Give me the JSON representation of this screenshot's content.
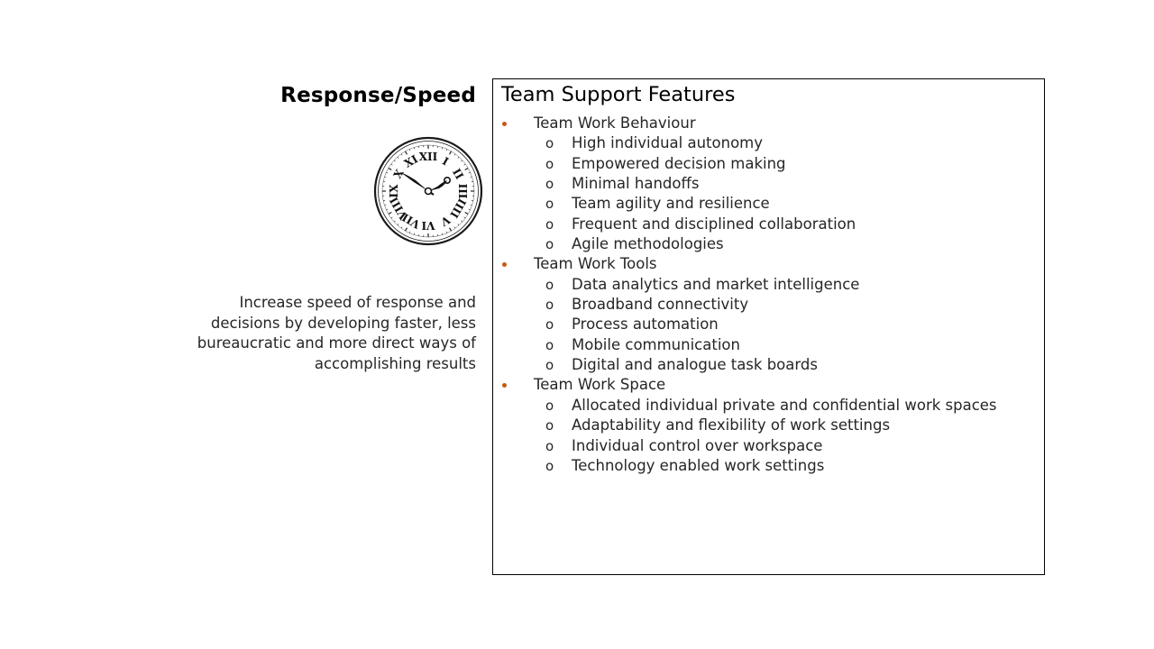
{
  "left": {
    "title": "Response/Speed",
    "description": "Increase speed of response and decisions by developing faster, less bureaucratic and more direct ways of accomplishing results"
  },
  "panel": {
    "title": "Team Support Features",
    "sub_bullet_glyph": "o",
    "accent_color": "#c55a11",
    "sections": [
      {
        "label": "Team Work Behaviour",
        "items": [
          "High individual autonomy",
          "Empowered decision making",
          "Minimal handoffs",
          "Team agility and resilience",
          "Frequent and disciplined collaboration",
          "Agile methodologies"
        ]
      },
      {
        "label": "Team Work Tools",
        "items": [
          "Data analytics and market intelligence",
          "Broadband connectivity",
          "Process automation",
          "Mobile communication",
          "Digital and analogue task boards"
        ]
      },
      {
        "label": "Team Work Space",
        "items": [
          "Allocated individual private and confidential work spaces",
          "Adaptability and flexibility of work settings",
          "Individual control over workspace",
          "Technology enabled work settings"
        ]
      }
    ]
  },
  "clock": {
    "numerals": [
      "XII",
      "I",
      "II",
      "III",
      "IIII",
      "V",
      "VI",
      "VII",
      "VIII",
      "IX",
      "X",
      "XI"
    ]
  }
}
